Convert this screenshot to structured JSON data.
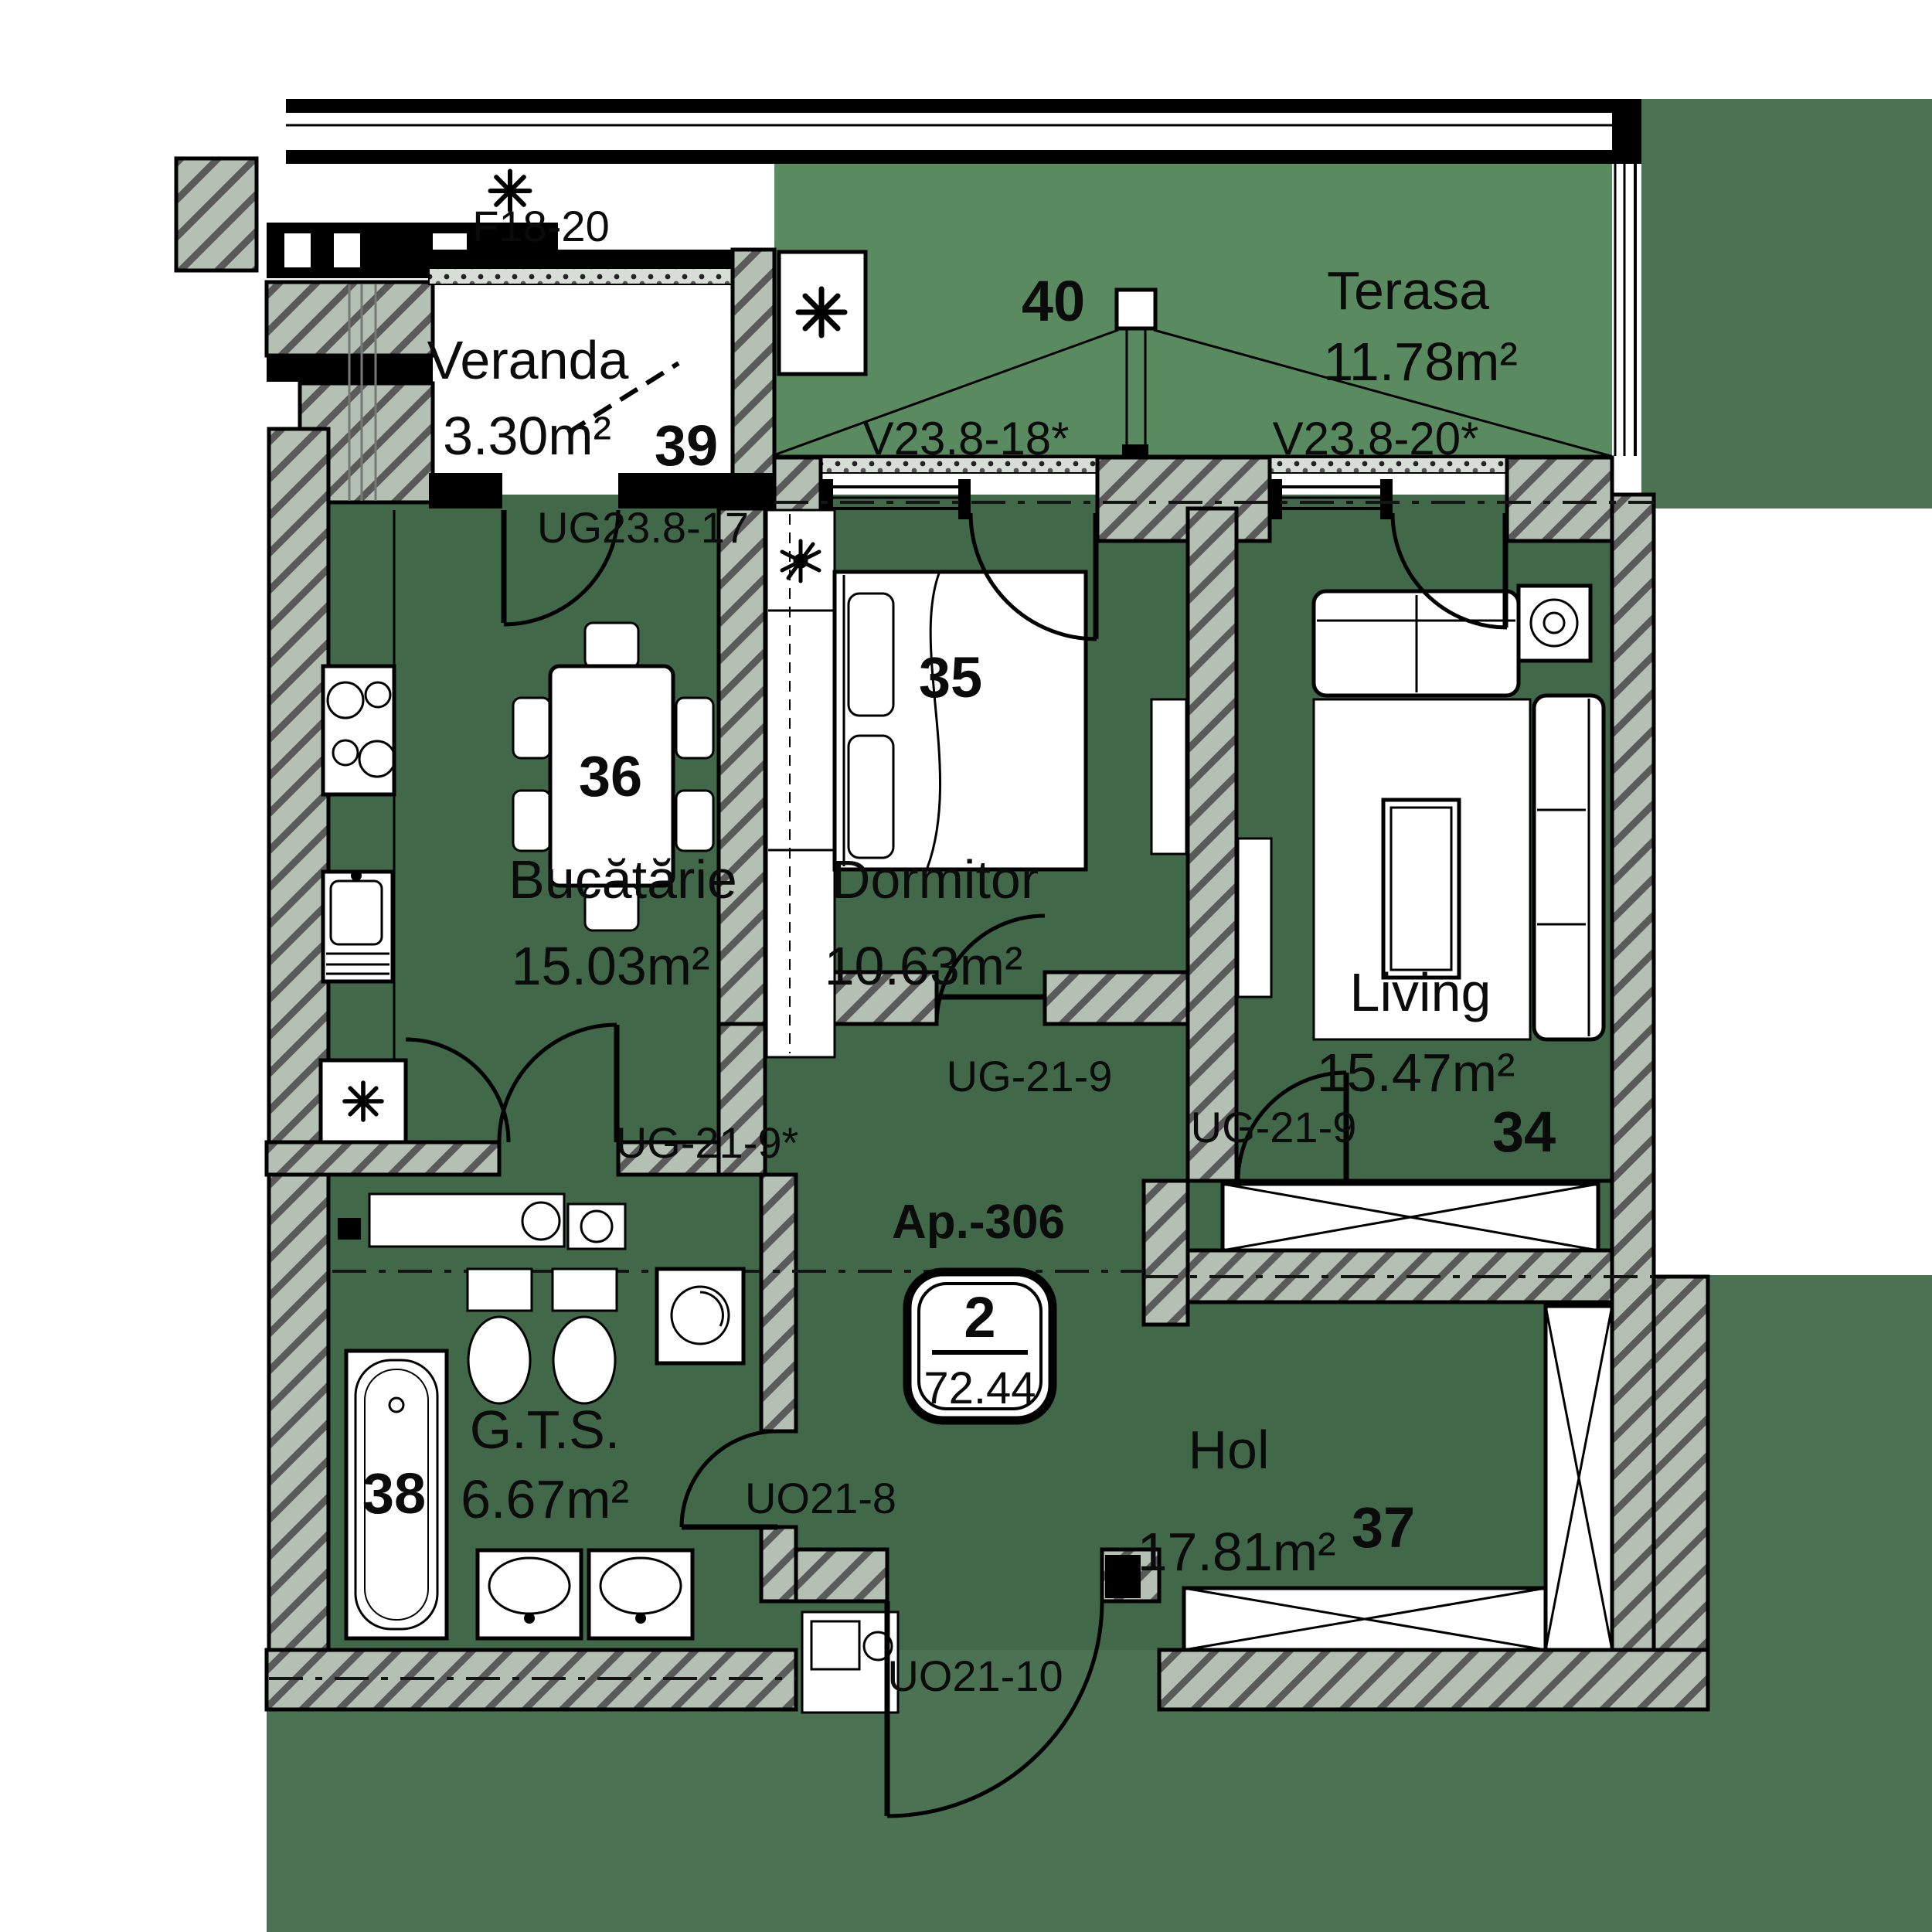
{
  "apartment": {
    "label": "Ap.-306",
    "badge_rooms": "2",
    "badge_area": "72.44"
  },
  "rooms": {
    "veranda": {
      "name": "Veranda",
      "area": "3.30m²",
      "number": "39"
    },
    "terasa": {
      "name": "Terasa",
      "area": "11.78m²",
      "number": "40"
    },
    "bucatarie": {
      "name": "Bucătărie",
      "area": "15.03m²",
      "number": "36"
    },
    "dormitor": {
      "name": "Dormitor",
      "area": "10.63m²",
      "number": "35"
    },
    "living": {
      "name": "Living",
      "area": "15.47m²",
      "number": "34"
    },
    "gts": {
      "name": "G.T.S.",
      "area": "6.67m²",
      "number": "38"
    },
    "hol": {
      "name": "Hol",
      "area": "17.81m²",
      "number": "37"
    }
  },
  "openings": {
    "veranda_window": "F18-20",
    "dormitor_window": "V23.8-18*",
    "living_window": "V23.8-20*",
    "veranda_kitchen_door": "UG23.8-17",
    "kitchen_hall_door": "UG-21-9*",
    "dormitor_hall_door": "UG-21-9",
    "living_hall_door": "UG-21-9",
    "gts_door": "UO21-8",
    "entrance_door": "UO21-10"
  },
  "icons": {
    "facade_snowflake": "snowflake-icon",
    "terrace_ac_snowflake": "snowflake-icon",
    "fridge_snowflake": "snowflake-icon",
    "bedroom_plant": "plant-icon"
  },
  "colors": {
    "floor_apartment": "#42684a",
    "floor_terrace": "#5a8a5f",
    "floor_common": "#4b7252",
    "wall_line": "#000000",
    "furniture": "#ffffff",
    "text": "#0b0b0b",
    "background": "#ffffff"
  }
}
